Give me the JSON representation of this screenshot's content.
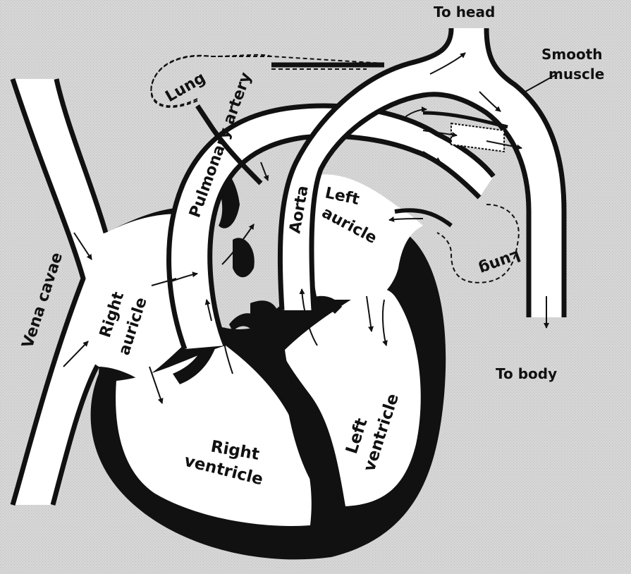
{
  "labels": {
    "to_head": "To head",
    "smooth_muscle_1": "Smooth",
    "smooth_muscle_2": "muscle",
    "lung_top": "Lung",
    "pulmonary_artery": "Pulmonary artery",
    "aorta": "Aorta",
    "left_auricle_1": "Left",
    "left_auricle_2": "auricle",
    "lung_right": "Lung",
    "vena_cavae": "Vena cavae",
    "right_auricle_1": "Right",
    "right_auricle_2": "auricle",
    "right_ventricle_1": "Right",
    "right_ventricle_2": "ventricle",
    "left_ventricle_1": "Left",
    "left_ventricle_2": "ventricle",
    "to_body": "To body"
  },
  "colors": {
    "background": "#d4d4d4",
    "ink": "#111111",
    "vessel_fill": "#ffffff"
  }
}
